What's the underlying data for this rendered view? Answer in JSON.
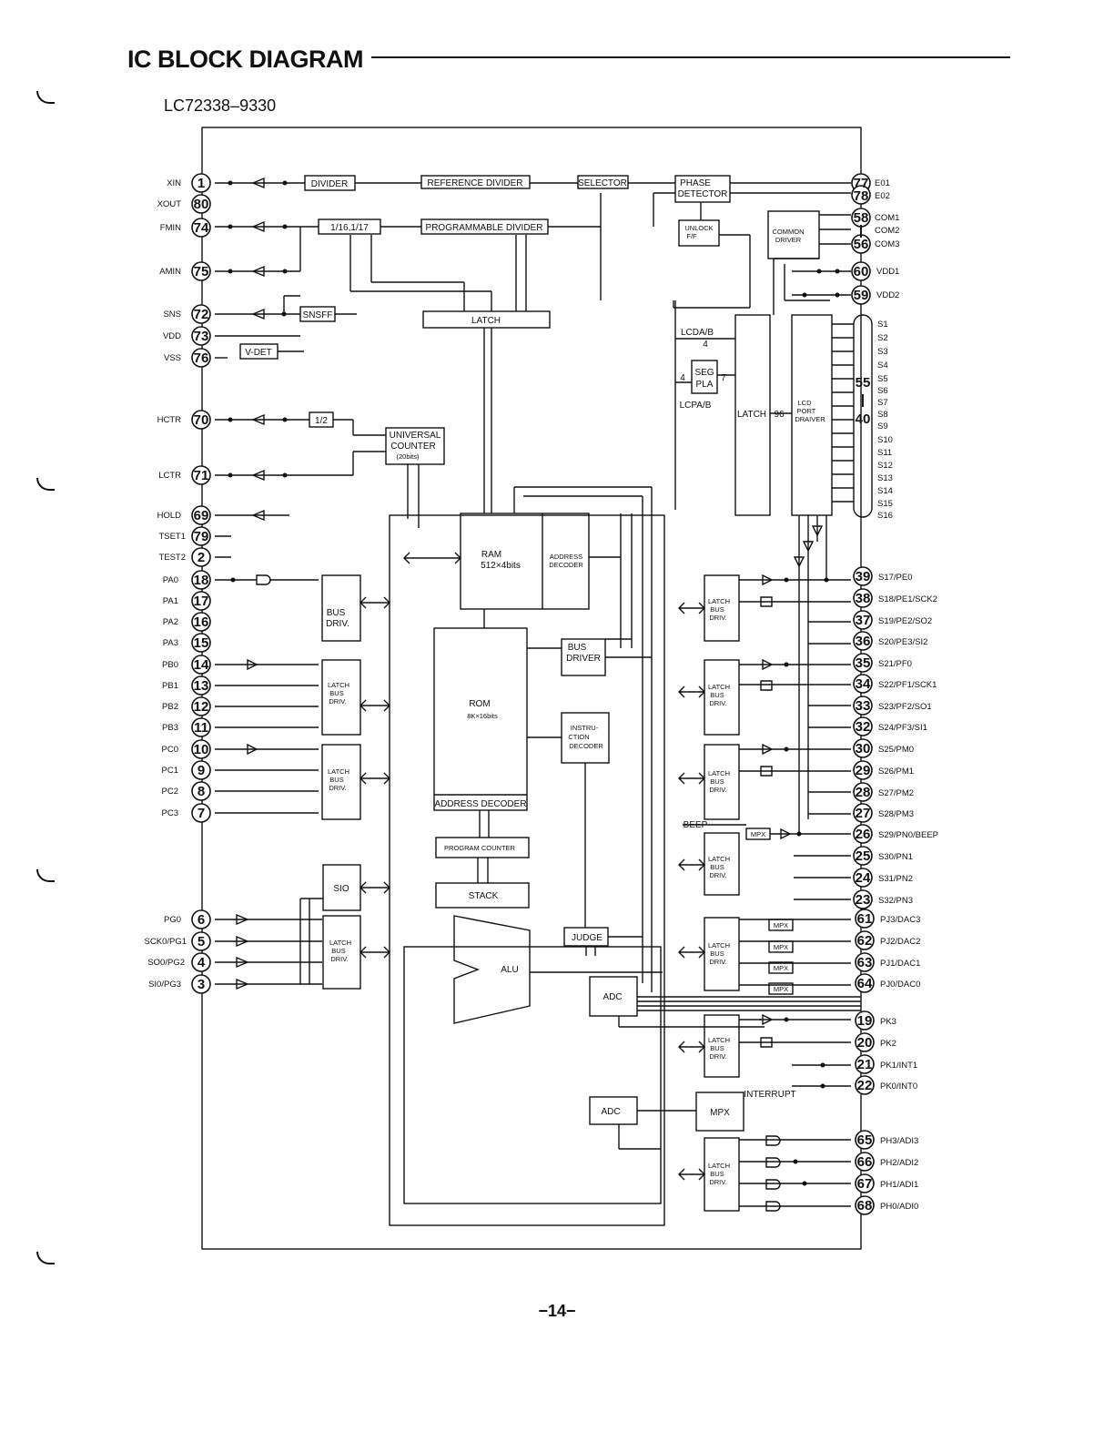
{
  "page": {
    "title": "IC BLOCK DIAGRAM",
    "ic_name": "LC72338–9330",
    "page_number": "−14−"
  },
  "diagram": {
    "left_pins": [
      {
        "num": "1",
        "name": "XIN"
      },
      {
        "num": "80",
        "name": "XOUT"
      },
      {
        "num": "74",
        "name": "FMIN"
      },
      {
        "num": "75",
        "name": "AMIN"
      },
      {
        "num": "72",
        "name": "SNS"
      },
      {
        "num": "73",
        "name": "VDD"
      },
      {
        "num": "76",
        "name": "VSS"
      },
      {
        "num": "70",
        "name": "HCTR"
      },
      {
        "num": "71",
        "name": "LCTR"
      },
      {
        "num": "69",
        "name": "HOLD"
      },
      {
        "num": "79",
        "name": "TSET1"
      },
      {
        "num": "2",
        "name": "TEST2"
      },
      {
        "num": "18",
        "name": "PA0"
      },
      {
        "num": "17",
        "name": "PA1"
      },
      {
        "num": "16",
        "name": "PA2"
      },
      {
        "num": "15",
        "name": "PA3"
      },
      {
        "num": "14",
        "name": "PB0"
      },
      {
        "num": "13",
        "name": "PB1"
      },
      {
        "num": "12",
        "name": "PB2"
      },
      {
        "num": "11",
        "name": "PB3"
      },
      {
        "num": "10",
        "name": "PC0"
      },
      {
        "num": "9",
        "name": "PC1"
      },
      {
        "num": "8",
        "name": "PC2"
      },
      {
        "num": "7",
        "name": "PC3"
      },
      {
        "num": "6",
        "name": "PG0"
      },
      {
        "num": "5",
        "name": "SCK0/PG1"
      },
      {
        "num": "4",
        "name": "SO0/PG2"
      },
      {
        "num": "3",
        "name": "SI0/PG3"
      }
    ],
    "right_pins": [
      {
        "num": "77",
        "name": "E01"
      },
      {
        "num": "78",
        "name": "E02"
      },
      {
        "num": "58",
        "name": "COM1"
      },
      {
        "num": "|",
        "name": "COM2"
      },
      {
        "num": "56",
        "name": "COM3"
      },
      {
        "num": "60",
        "name": "VDD1"
      },
      {
        "num": "59",
        "name": "VDD2"
      },
      {
        "num": "39",
        "name": "S17/PE0"
      },
      {
        "num": "38",
        "name": "S18/PE1/SCK2"
      },
      {
        "num": "37",
        "name": "S19/PE2/SO2"
      },
      {
        "num": "36",
        "name": "S20/PE3/SI2"
      },
      {
        "num": "35",
        "name": "S21/PF0"
      },
      {
        "num": "34",
        "name": "S22/PF1/SCK1"
      },
      {
        "num": "33",
        "name": "S23/PF2/SO1"
      },
      {
        "num": "32",
        "name": "S24/PF3/SI1"
      },
      {
        "num": "30",
        "name": "S25/PM0"
      },
      {
        "num": "29",
        "name": "S26/PM1"
      },
      {
        "num": "28",
        "name": "S27/PM2"
      },
      {
        "num": "27",
        "name": "S28/PM3"
      },
      {
        "num": "26",
        "name": "S29/PN0/BEEP"
      },
      {
        "num": "25",
        "name": "S30/PN1"
      },
      {
        "num": "24",
        "name": "S31/PN2"
      },
      {
        "num": "23",
        "name": "S32/PN3"
      },
      {
        "num": "61",
        "name": "PJ3/DAC3"
      },
      {
        "num": "62",
        "name": "PJ2/DAC2"
      },
      {
        "num": "63",
        "name": "PJ1/DAC1"
      },
      {
        "num": "64",
        "name": "PJ0/DAC0"
      },
      {
        "num": "19",
        "name": "PK3"
      },
      {
        "num": "20",
        "name": "PK2"
      },
      {
        "num": "21",
        "name": "PK1/INT1"
      },
      {
        "num": "22",
        "name": "PK0/INT0"
      },
      {
        "num": "65",
        "name": "PH3/ADI3"
      },
      {
        "num": "66",
        "name": "PH2/ADI2"
      },
      {
        "num": "67",
        "name": "PH1/ADI1"
      },
      {
        "num": "68",
        "name": "PH0/ADI0"
      }
    ],
    "segment_pins": {
      "range_top": "55",
      "range_mid": "|",
      "range_bottom": "40",
      "names": [
        "S1",
        "S2",
        "S3",
        "S4",
        "S5",
        "S6",
        "S7",
        "S8",
        "S9",
        "S10",
        "S11",
        "S12",
        "S13",
        "S14",
        "S15",
        "S16"
      ]
    },
    "blocks": {
      "divider": "DIVIDER",
      "reference_divider": "REFERENCE DIVIDER",
      "selector": "SELECTOR",
      "phase_detector_1": "PHASE",
      "phase_detector_2": "DETECTOR",
      "prescaler": "1/16,1/17",
      "programmable_divider": "PROGRAMMABLE DIVIDER",
      "unlock_1": "UNLOCK",
      "unlock_2": "F/F",
      "common_driver_1": "COMMON",
      "common_driver_2": "DRIVER",
      "snsff": "SNSFF",
      "vdet": "V-DET",
      "latch_top": "LATCH",
      "half": "1/2",
      "universal_counter_1": "UNIVERSAL",
      "universal_counter_2": "COUNTER",
      "universal_counter_3": "(20bits)",
      "lcda": "LCDA/B",
      "lcdp": "LCPA/B",
      "seg_pla_1": "SEG",
      "seg_pla_2": "PLA",
      "bus4_a": "4",
      "bus4_b": "4",
      "bus7": "7",
      "bus96": "96",
      "latch_mid": "LATCH",
      "lcd_driver_1": "LCD",
      "lcd_driver_2": "PORT",
      "lcd_driver_3": "DRAIVER",
      "ram_1": "RAM",
      "ram_2": "512×4bits",
      "addr_dec_1": "ADDRESS",
      "addr_dec_2": "DECODER",
      "bus_driv_1": "BUS",
      "bus_driv_2": "DRIV.",
      "latch_bus_driv_1": "LATCH",
      "latch_bus_driv_2": "BUS",
      "latch_bus_driv_3": "DRIV.",
      "rom_1": "ROM",
      "rom_2": "8K×16bits",
      "rom_addr_decoder": "ADDRESS DECODER",
      "bus_driver_1": "BUS",
      "bus_driver_2": "DRIVER",
      "instr_dec_1": "INSTRU-",
      "instr_dec_2": "CTION",
      "instr_dec_3": "DECODER",
      "program_counter": "PROGRAM   COUNTER",
      "stack": "STACK",
      "sio": "SIO",
      "judge": "JUDGE",
      "alu": "ALU",
      "adc": "ADC",
      "mpx": "MPX",
      "beep": "BEEP",
      "interrupt": "INTERRUPT"
    }
  }
}
